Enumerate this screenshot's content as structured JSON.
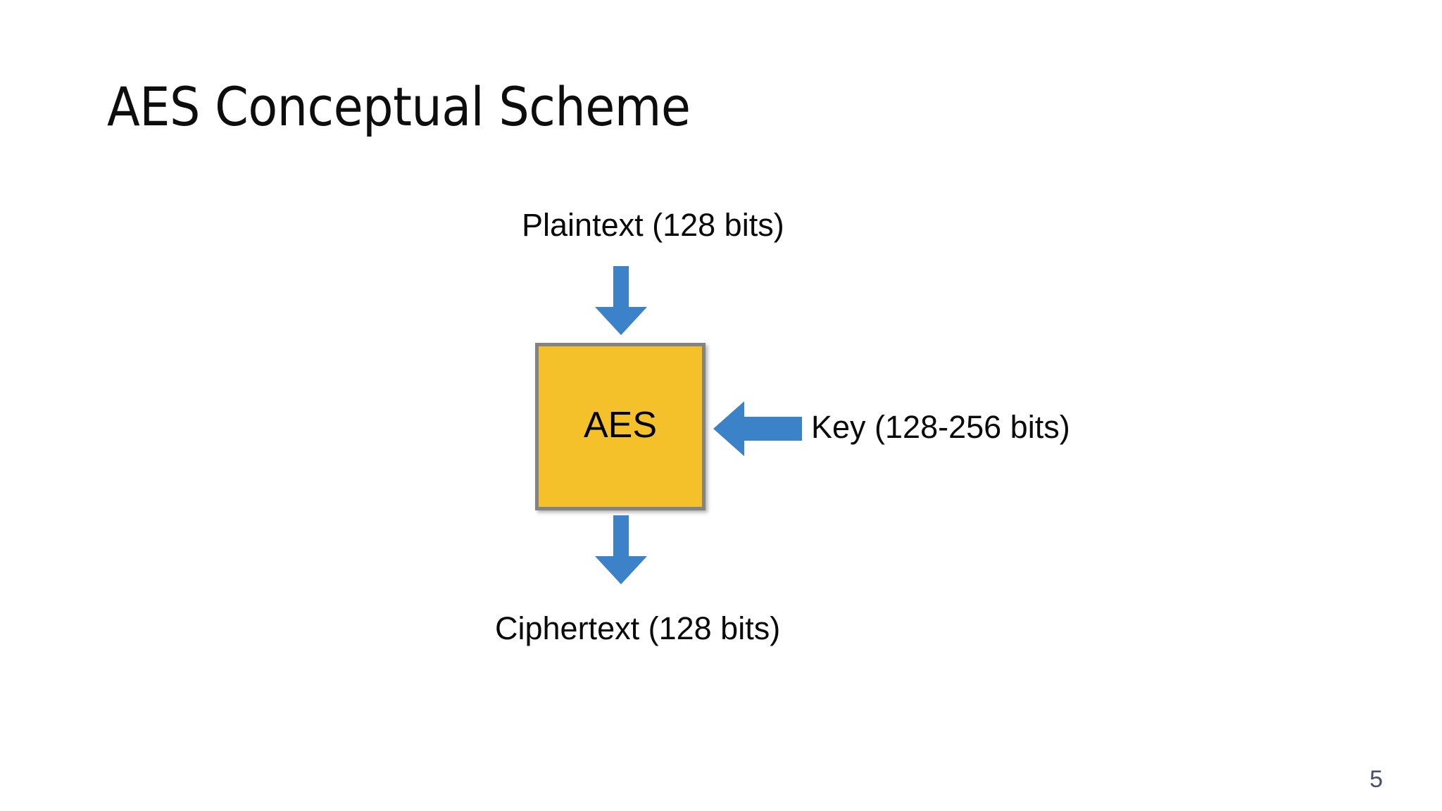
{
  "slide": {
    "title": "AES Conceptual Scheme",
    "page_number": "5",
    "background_color": "#FFFFFF"
  },
  "diagram": {
    "type": "block-flow",
    "process_block": {
      "label": "AES",
      "fill_color": "#F5C12B",
      "border_color": "#838383"
    },
    "arrow_color": "#3C82C8",
    "inputs": [
      {
        "name": "plaintext",
        "label": "Plaintext (128 bits)",
        "direction": "down",
        "position": "top"
      },
      {
        "name": "key",
        "label": "Key (128-256 bits)",
        "direction": "left",
        "position": "right"
      }
    ],
    "outputs": [
      {
        "name": "ciphertext",
        "label": "Ciphertext (128 bits)",
        "direction": "down",
        "position": "bottom"
      }
    ]
  }
}
